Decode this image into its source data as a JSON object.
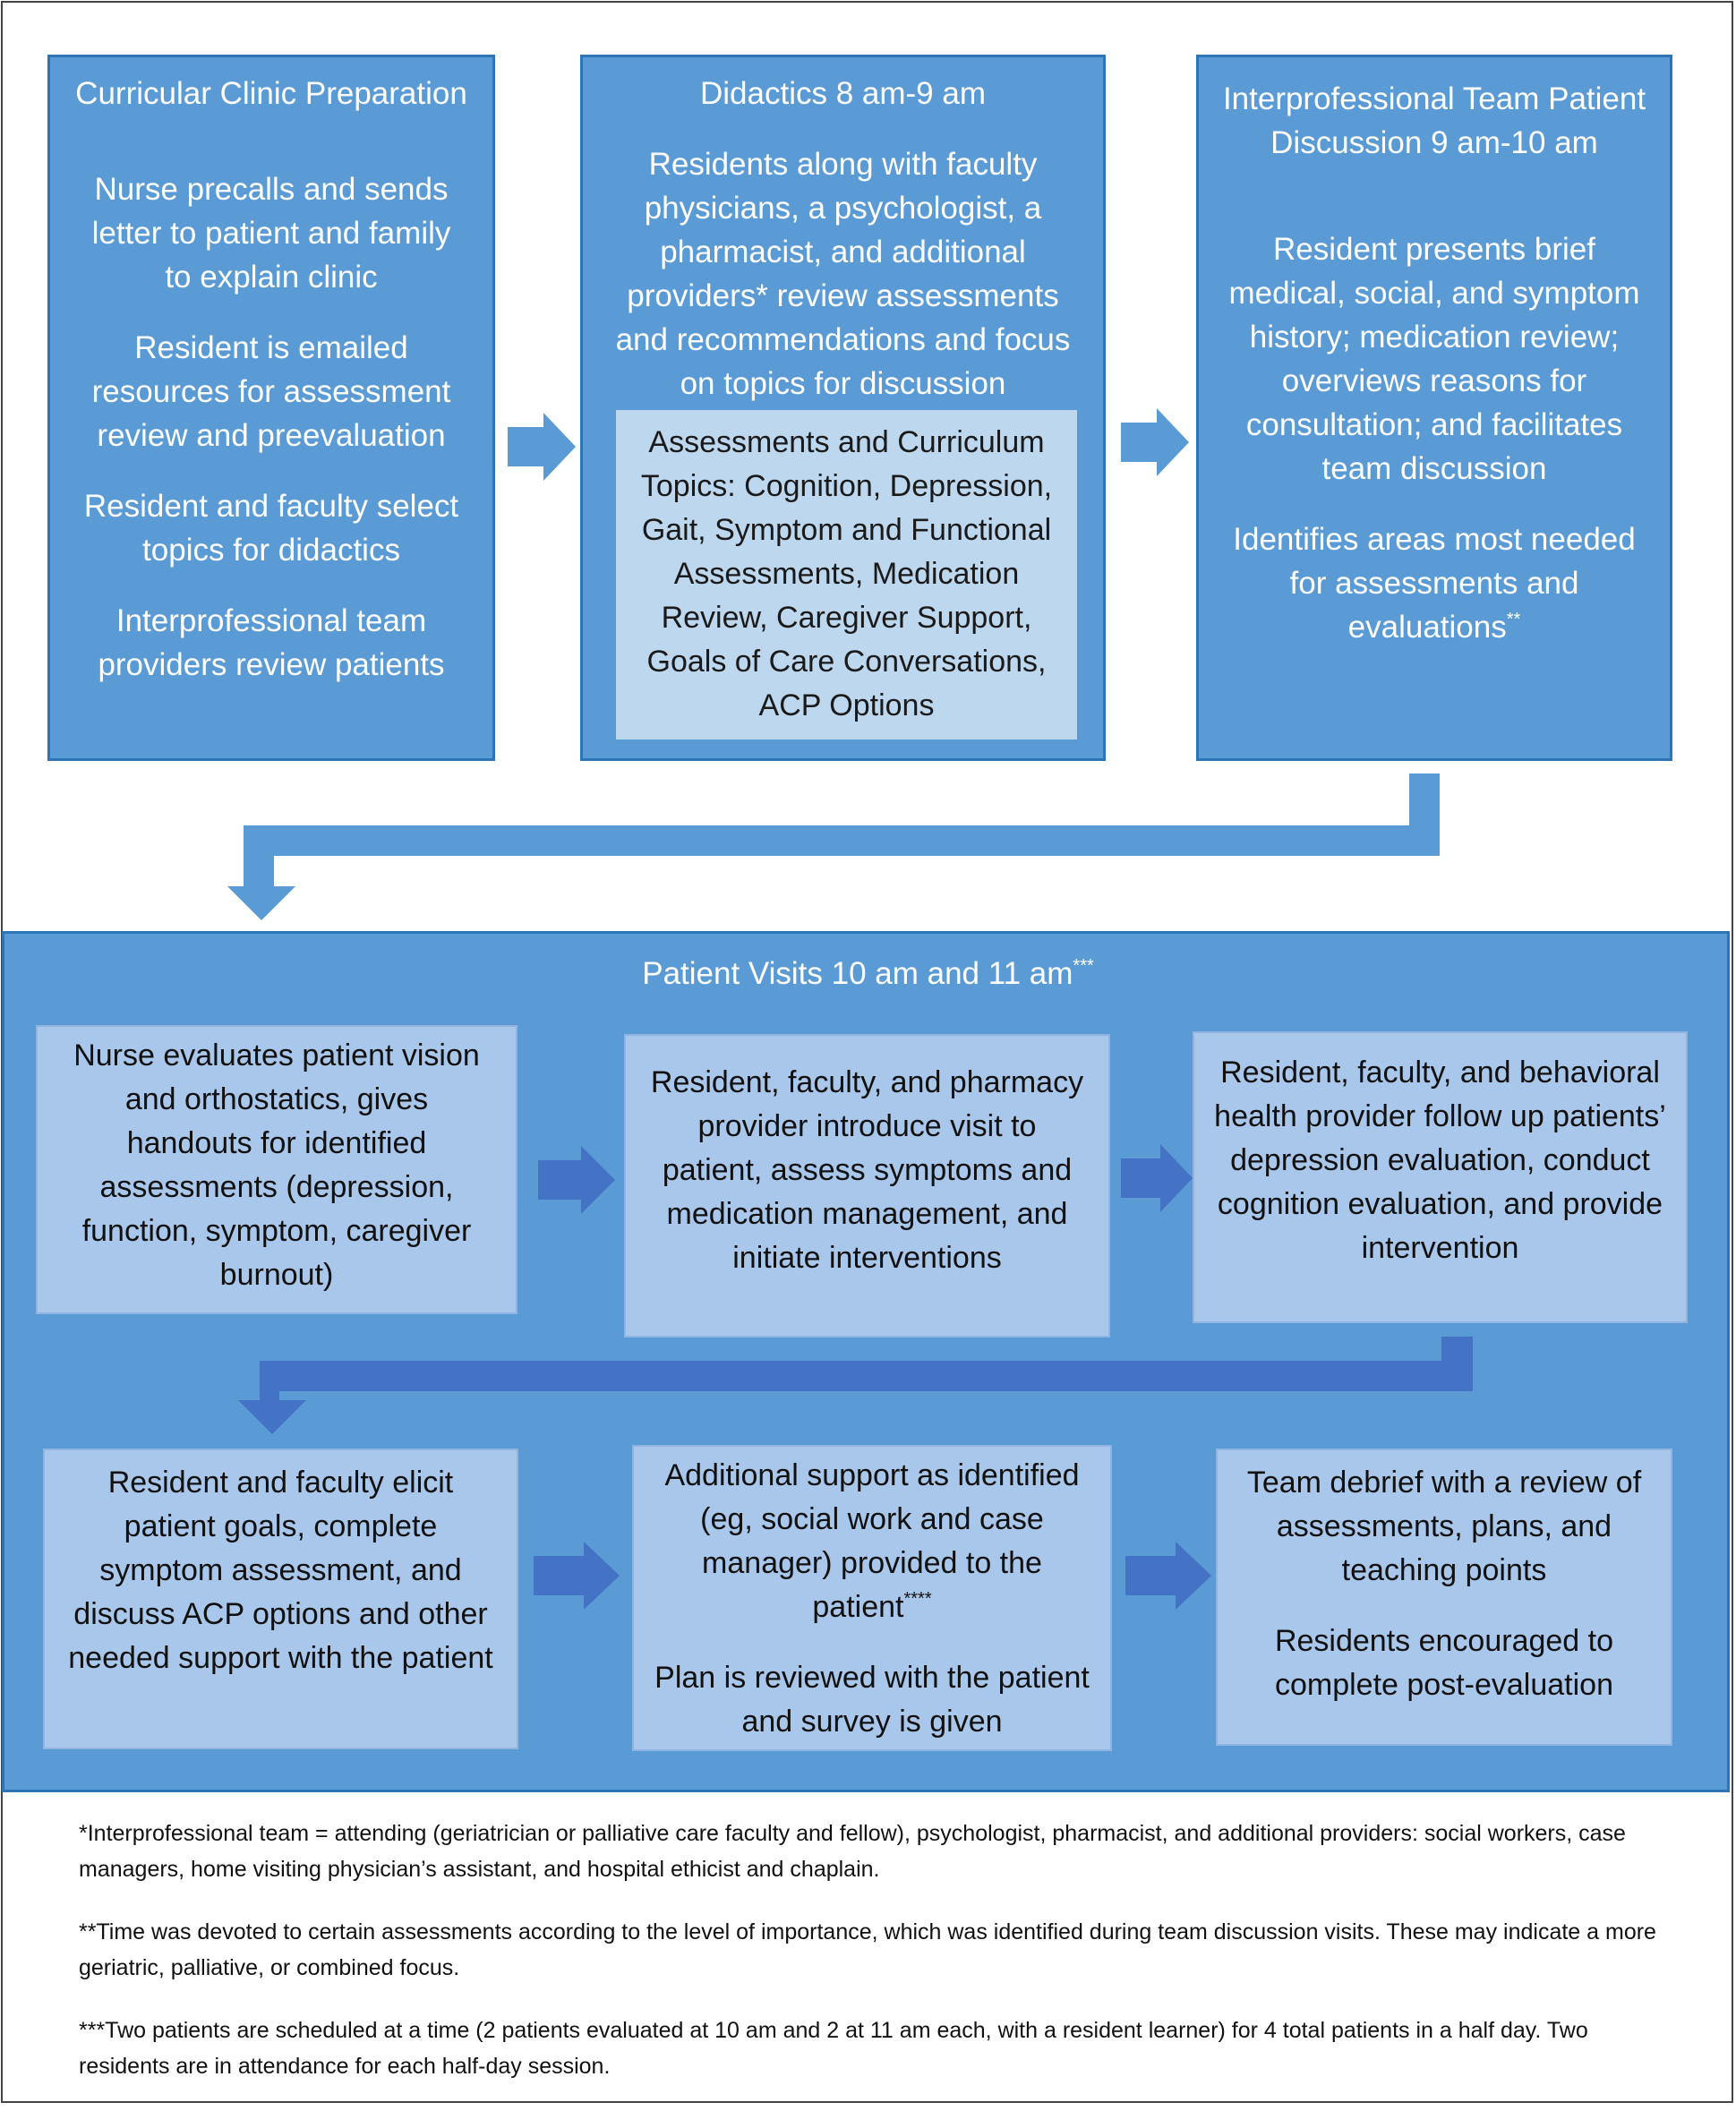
{
  "top_row": [
    {
      "title": "Curricular Clinic Preparation",
      "paragraphs": [
        "Nurse precalls and sends letter to patient and family to explain clinic",
        "Resident is emailed resources for assessment review and preevaluation",
        "Resident and faculty select topics for didactics",
        "Interprofessional team providers review patients"
      ]
    },
    {
      "title": "Didactics 8 am-9 am",
      "paragraphs": [
        "Residents along with faculty physicians, a psychologist, a pharmacist, and additional providers*  review assessments and recommendations and focus on topics for discussion"
      ],
      "inner": "Assessments and Curriculum Topics: Cognition, Depression, Gait, Symptom and Functional Assessments, Medication Review, Caregiver Support, Goals of Care Conversations, ACP Options"
    },
    {
      "title": "Interprofessional Team Patient Discussion 9 am-10 am",
      "paragraphs": [
        "Resident presents brief medical, social, and symptom history; medication review; overviews reasons for consultation; and facilitates team discussion"
      ],
      "last_text": "Identifies areas most needed for assessments and evaluations",
      "last_sup": "**"
    }
  ],
  "visits": {
    "title": "Patient Visits 10 am and 11 am",
    "title_sup": "***",
    "row1": [
      "Nurse evaluates patient vision and orthostatics, gives handouts for identified assessments (depression, function, symptom, caregiver burnout)",
      "Resident, faculty, and pharmacy provider introduce visit to patient, assess symptoms and medication management, and initiate interventions",
      "Resident, faculty, and behavioral health provider follow up patients’ depression evaluation, conduct cognition evaluation, and provide intervention"
    ],
    "row2": {
      "box1": "Resident and faculty elicit patient goals, complete symptom assessment, and discuss ACP options and other needed support with the patient",
      "box2_text": "Additional support as identified (eg, social work and case manager) provided to the patient",
      "box2_sup": "****",
      "box2_extra": "Plan is reviewed with the patient and survey is given",
      "box3_a": "Team debrief with a review of assessments, plans, and teaching points",
      "box3_b": "Residents encouraged to complete post-evaluation"
    }
  },
  "footnotes": [
    "*Interprofessional team = attending (geriatrician or palliative care faculty and fellow), psychologist, pharmacist, and additional providers: social workers, case managers, home visiting physician’s assistant, and hospital ethicist and chaplain.",
    "**Time was devoted to certain assessments according to the level of importance, which was identified during team discussion visits. These may indicate a more geriatric, palliative, or combined focus.",
    "***Two patients are scheduled at a time (2 patients evaluated at 10 am and 2 at 11 am each, with a resident learner) for 4 total patients in a half day. Two residents are in attendance for each half-day session."
  ],
  "colors": {
    "box_blue": "#5b9bd5",
    "border_blue": "#2e75b6",
    "light_blue": "#bdd7ee",
    "visit_box": "#a9c7ea",
    "dark_arrow": "#4472c4"
  }
}
